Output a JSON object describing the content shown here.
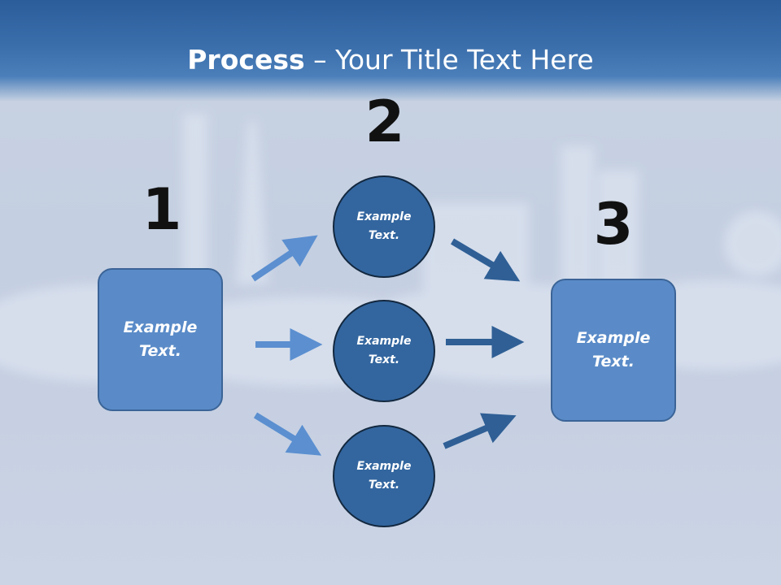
{
  "title": {
    "bold": "Process",
    "rest": " – Your Title Text Here"
  },
  "steps": [
    {
      "number": "1",
      "text_line1": "Example",
      "text_line2": "Text."
    },
    {
      "number": "2"
    },
    {
      "number": "3",
      "text_line1": "Example",
      "text_line2": "Text."
    }
  ],
  "circles": [
    {
      "text_line1": "Example",
      "text_line2": "Text."
    },
    {
      "text_line1": "Example",
      "text_line2": "Text."
    },
    {
      "text_line1": "Example",
      "text_line2": "Text."
    }
  ],
  "colors": {
    "header": "#2b5d9b",
    "box_fill": "#5a8bc8",
    "circle_fill": "#33669f",
    "arrow_light": "#5b8fd0",
    "arrow_dark": "#2f5f95"
  }
}
